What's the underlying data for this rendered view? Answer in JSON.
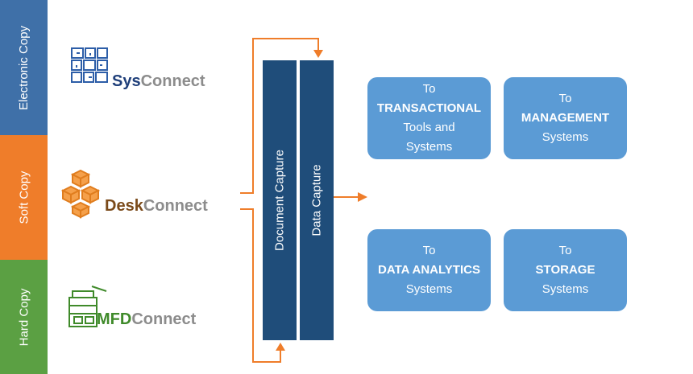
{
  "bands": {
    "electronic": "Electronic Copy",
    "soft": "Soft Copy",
    "hard": "Hard Copy"
  },
  "logos": {
    "sys": {
      "brand": "Sys",
      "suffix": "Connect",
      "icon": "circuit-grid-icon"
    },
    "desk": {
      "brand": "Desk",
      "suffix": "Connect",
      "icon": "stacked-boxes-icon"
    },
    "mfd": {
      "brand": "MFD",
      "suffix": "Connect",
      "icon": "printer-icon"
    }
  },
  "capture": {
    "document": "Document Capture",
    "data": "Data Capture"
  },
  "destinations": {
    "transactional": {
      "to": "To",
      "strong": "TRANSACTIONAL",
      "line3": "Tools and",
      "line4": "Systems"
    },
    "management": {
      "to": "To",
      "strong": "MANAGEMENT",
      "line3": "Systems"
    },
    "analytics": {
      "to": "To",
      "strong": "DATA ANALYTICS",
      "line3": "Systems"
    },
    "storage": {
      "to": "To",
      "strong": "STORAGE",
      "line3": "Systems"
    }
  },
  "colors": {
    "electronic_band": "#3f70a8",
    "soft_band": "#ef7d2a",
    "hard_band": "#5ba043",
    "capture_column": "#1f4d7a",
    "destination_box": "#5b9bd5",
    "arrow": "#ef7d2a"
  }
}
